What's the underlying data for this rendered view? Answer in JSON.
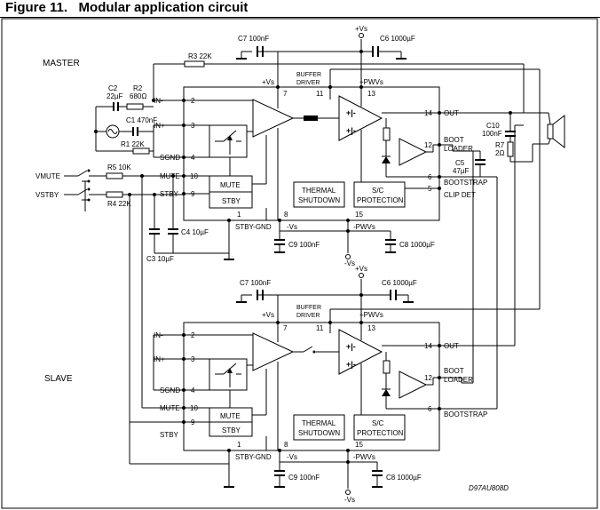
{
  "figure": {
    "number": "Figure 11.",
    "title": "Modular application circuit",
    "code": "D97AU808D"
  },
  "sections": {
    "master": "MASTER",
    "slave": "SLAVE"
  },
  "ext_inputs": {
    "vmute": "VMUTE",
    "vstby": "VSTBY"
  },
  "master": {
    "pins": {
      "in_minus": "IN-",
      "in_plus": "IN+",
      "sgnd": "SGND",
      "mute": "MUTE",
      "stby": "STBY",
      "p2": "2",
      "p3": "3",
      "p4": "4",
      "p10": "10",
      "p9": "9",
      "p7": "7",
      "p11": "11",
      "p13": "13",
      "p14": "14",
      "p12": "12",
      "p6": "6",
      "p5": "5",
      "p1": "1",
      "p8": "8",
      "p15": "15"
    },
    "labels": {
      "vs_top": "+Vs",
      "buffer": "BUFFER",
      "driver": "DRIVER",
      "pwvs": "+PWVs",
      "out": "OUT",
      "boot": "BOOT",
      "loader": "LOADER",
      "bootstrap": "BOOTSTRAP",
      "clipdet": "CLIP DET",
      "stby_gnd": "STBY-GND",
      "neg_vs": "-Vs",
      "neg_pwvs": "-PWVs",
      "mute_block": "MUTE",
      "stby_block": "STBY",
      "thermal": "THERMAL",
      "shutdown": "SHUTDOWN",
      "sc": "S/C",
      "protection": "PROTECTION",
      "vs_supply": "+Vs",
      "neg_vs_supply": "-Vs"
    },
    "components": {
      "c7": "C7 100nF",
      "c6": "C6 1000µF",
      "r3": "R3 22K",
      "c2": "C2",
      "c2_val": "22µF",
      "r2": "R2",
      "r2_val": "680Ω",
      "c1": "C1 470nF",
      "r1": "R1 22K",
      "r5": "R5 10K",
      "r4": "R4 22K",
      "c4": "C4 10µF",
      "c3": "C3 10µF",
      "c9": "C9 100nF",
      "c8": "C8 1000µF",
      "c10": "C10",
      "c10_val": "100nF",
      "r7": "R7",
      "r7_val": "2Ω",
      "c5": "C5",
      "c5_val": "47µF"
    }
  },
  "slave": {
    "pins": {
      "in_minus": "IN-",
      "in_plus": "IN+",
      "sgnd": "SGND",
      "mute": "MUTE",
      "stby": "STBY",
      "p2": "2",
      "p3": "3",
      "p4": "4",
      "p10": "10",
      "p9": "9",
      "p7": "7",
      "p11": "11",
      "p13": "13",
      "p14": "14",
      "p12": "12",
      "p6": "6",
      "p1": "1",
      "p8": "8",
      "p15": "15"
    },
    "labels": {
      "vs_top": "+Vs",
      "buffer": "BUFFER",
      "driver": "DRIVER",
      "pwvs": "+PWVs",
      "out": "OUT",
      "boot": "BOOT",
      "loader": "LOADER",
      "bootstrap": "BOOTSTRAP",
      "stby_gnd": "STBY-GND",
      "neg_vs": "-Vs",
      "neg_pwvs": "-PWVs",
      "mute_block": "MUTE",
      "stby_block": "STBY",
      "thermal": "THERMAL",
      "shutdown": "SHUTDOWN",
      "sc": "S/C",
      "protection": "PROTECTION",
      "vs_supply": "+Vs",
      "neg_vs_supply": "-Vs"
    },
    "components": {
      "c7": "C7 100nF",
      "c6": "C6 1000µF",
      "c9": "C9 100nF",
      "c8": "C8 1000µF"
    }
  }
}
